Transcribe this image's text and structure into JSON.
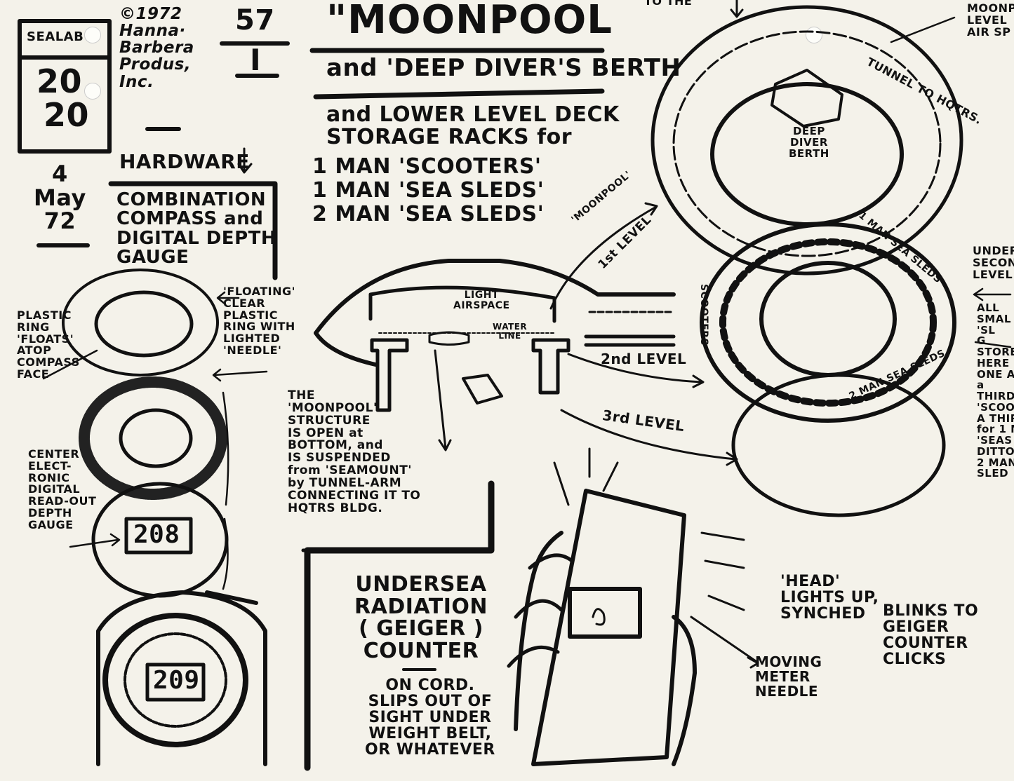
{
  "colors": {
    "ink": "#111111",
    "paper": "#f4f2ea"
  },
  "header": {
    "badge_top": "SEALAB",
    "badge_year_1": "20",
    "badge_year_2": "20",
    "copyright": "©1972\nHanna·\nBarbera\nProdus,\nInc.",
    "sheet_number": "57",
    "sheet_roman": "I",
    "date": "4\nMay\n72"
  },
  "titles": {
    "main": "\"MOONPOOL",
    "sub": "and 'DEEP DIVER'S BERTH",
    "storage": "and LOWER LEVEL DECK\nSTORAGE RACKS for",
    "bullets": [
      "1 MAN 'SCOOTERS'",
      "1 MAN 'SEA SLEDS'",
      "2 MAN 'SEA SLEDS'"
    ]
  },
  "hardware": {
    "label": "HARDWARE",
    "box_text": "COMBINATION\nCOMPASS and\nDIGITAL DEPTH\nGAUGE",
    "floating_ring": "'FLOATING'\nCLEAR\nPLASTIC\nRING WITH\nLIGHTED\n'NEEDLE'",
    "plastic_ring": "PLASTIC\nRING\n'FLOATS'\nATOP\nCOMPASS\nFACE",
    "center_readout": "CENTER\nELECT-\nRONIC\nDIGITAL\nREAD-OUT\nDEPTH\nGAUGE",
    "readout_top": "208",
    "readout_watch": "209"
  },
  "moonpool": {
    "airspace": "LIGHT\nAIRSPACE",
    "waterline": "WATER\nLINE",
    "label_moonpool": "'MOONPOOL'",
    "label_1st": "1st LEVEL",
    "label_2nd": "2nd LEVEL",
    "label_3rd": "3rd LEVEL",
    "structure_note": "THE\n'MOONPOOL'\nSTRUCTURE\nIS OPEN at\nBOTTOM, and\nIS SUSPENDED\nfrom 'SEAMOUNT'\nby TUNNEL-ARM\nCONNECTING IT TO\nHQTRS BLDG."
  },
  "decks": {
    "tunnel": "TUNNEL TO HQTRS.",
    "deep_diver": "DEEP\nDIVER\nBERTH",
    "man1_sea_sleds": "1 MAN SEA SLEDS",
    "scooters": "SCOOTERS",
    "man2_sea_sleds": "2 MAN SEA SLEDS",
    "right_top": "MOONP\nLEVEL\nAIR SP",
    "right_mid": "UNDER\nSECON\nLEVEL",
    "right_list": "ALL\nSMAL\n'SL\nG\nSTORE\nHERE\nONE A\na THIRD\n'SCOOT\nA THIR\nfor 1 M\n'SEAS\nDITTO\n2 MAN\nSLED",
    "to_the": "TO THE"
  },
  "geiger": {
    "title": "UNDERSEA\nRADIATION\n( GEIGER )\nCOUNTER",
    "note": "ON CORD.\nSLIPS OUT of\nSIGHT UNDER\nWEIGHT BELT,\nOR WHATEVER",
    "head": "'HEAD'\nLIGHTS UP,\nSYNCHED",
    "blinks": "BLINKS TO\nGEIGER\nCOUNTER\nCLICKS",
    "meter": "MOVING\nMETER\nNEEDLE"
  }
}
